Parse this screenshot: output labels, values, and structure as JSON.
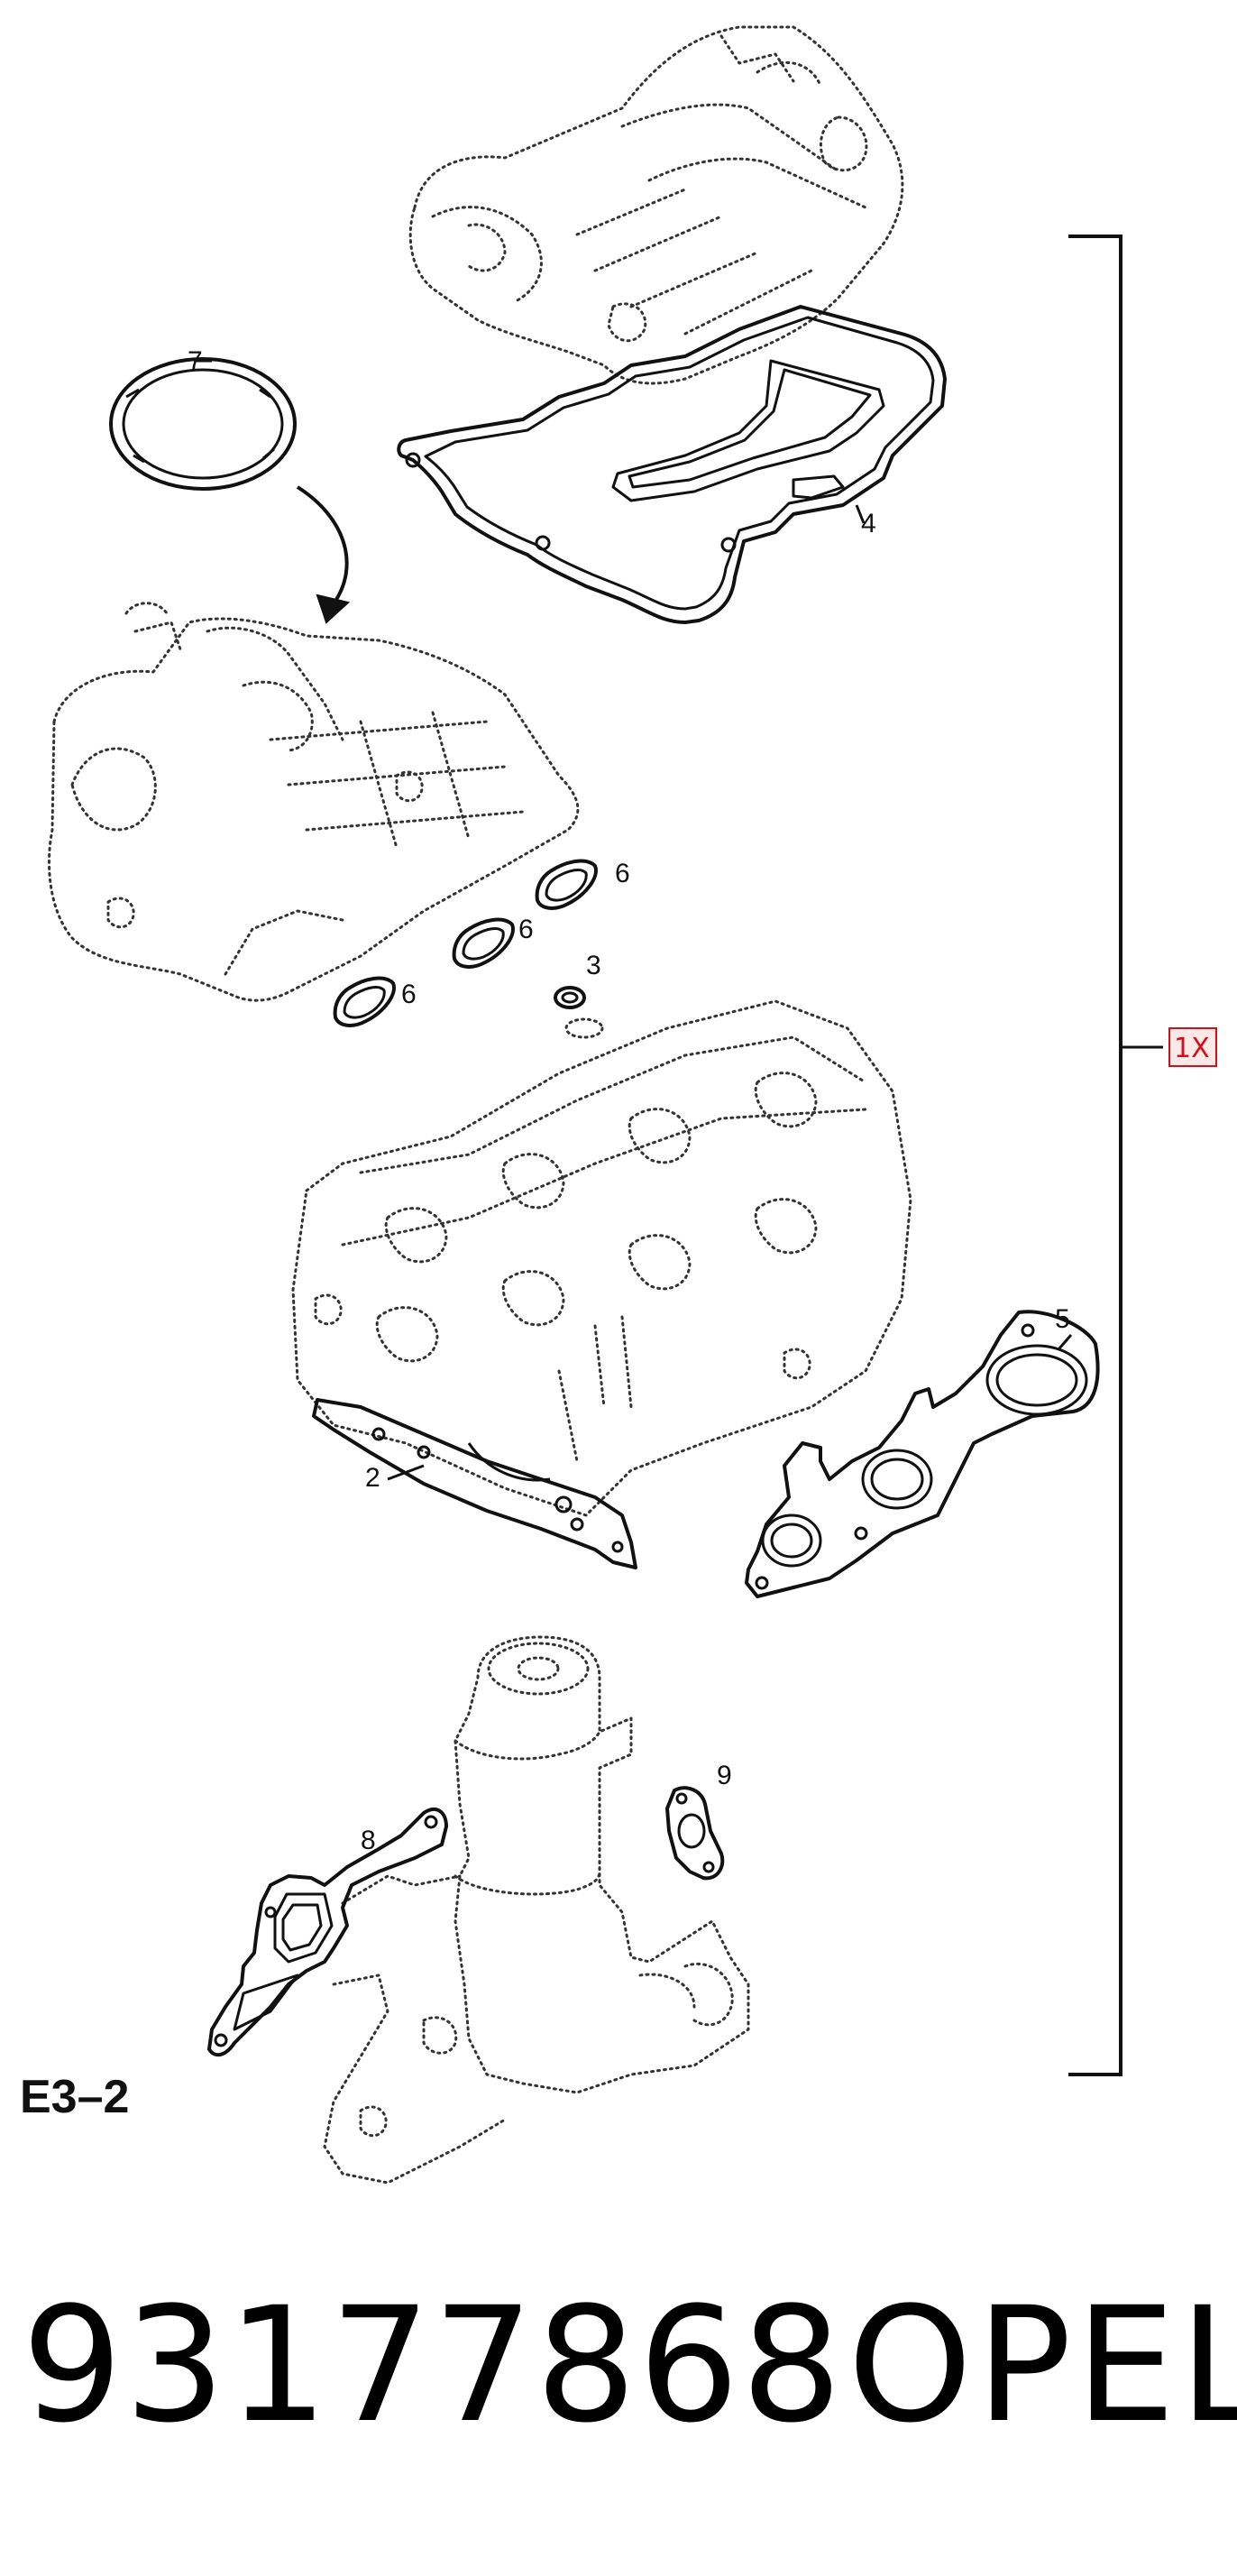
{
  "diagram": {
    "section_code": "E3–2",
    "quantity_label": "1X",
    "callouts": {
      "c7": "7",
      "c4": "4",
      "c6a": "6",
      "c6b": "6",
      "c6c": "6",
      "c3": "3",
      "c5": "5",
      "c2": "2",
      "c9": "9",
      "c8": "8"
    },
    "colors": {
      "line": "#111111",
      "quantity_box": "#d0101a"
    }
  },
  "caption": {
    "part_number": "93177868",
    "brand": "OPEL"
  }
}
